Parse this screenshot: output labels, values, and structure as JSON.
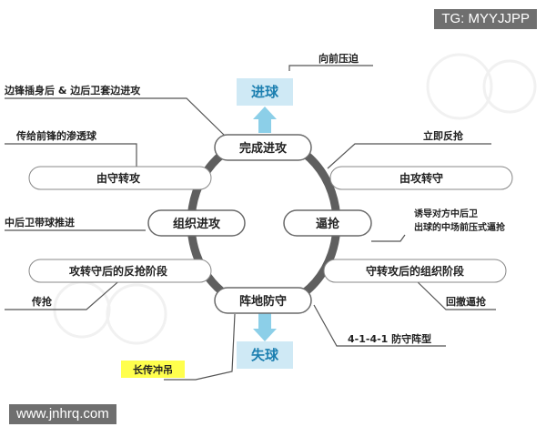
{
  "watermarks": {
    "top_right": "TG: MYYJJPP",
    "bottom_left": "www.jnhrq.com"
  },
  "cycle": {
    "top": "完成进攻",
    "right": "逼抢",
    "bottom": "阵地防守",
    "left": "组织进攻"
  },
  "transitions": {
    "upper_left": "由守转攻",
    "upper_right": "由攻转守",
    "lower_left": "攻转守后的反抢阶段",
    "lower_right": "守转攻后的组织阶段"
  },
  "outcomes": {
    "goal": "进球",
    "loss": "失球"
  },
  "annotations": {
    "press_forward": "向前压迫",
    "wing_overlap": "边锋插身后 & 边后卫套边进攻",
    "through_ball": "传给前锋的渗透球",
    "immediate_counterpress": "立即反抢",
    "cb_carry": "中后卫带球推进",
    "induce_press_line1": "诱导对方中后卫",
    "induce_press_line2": "出球的中场前压式逼抢",
    "pass_steal": "传抢",
    "fallback_press": "回撤逼抢",
    "formation": "4-1-4-1 防守阵型",
    "long_ball": "长传冲吊"
  },
  "colors": {
    "ring": "#5f5f5f",
    "outcome_box": "#cfe9f5",
    "outcome_text": "#1c7fb0",
    "arrow": "#8ccfe8",
    "highlight": "#ffff4d"
  }
}
